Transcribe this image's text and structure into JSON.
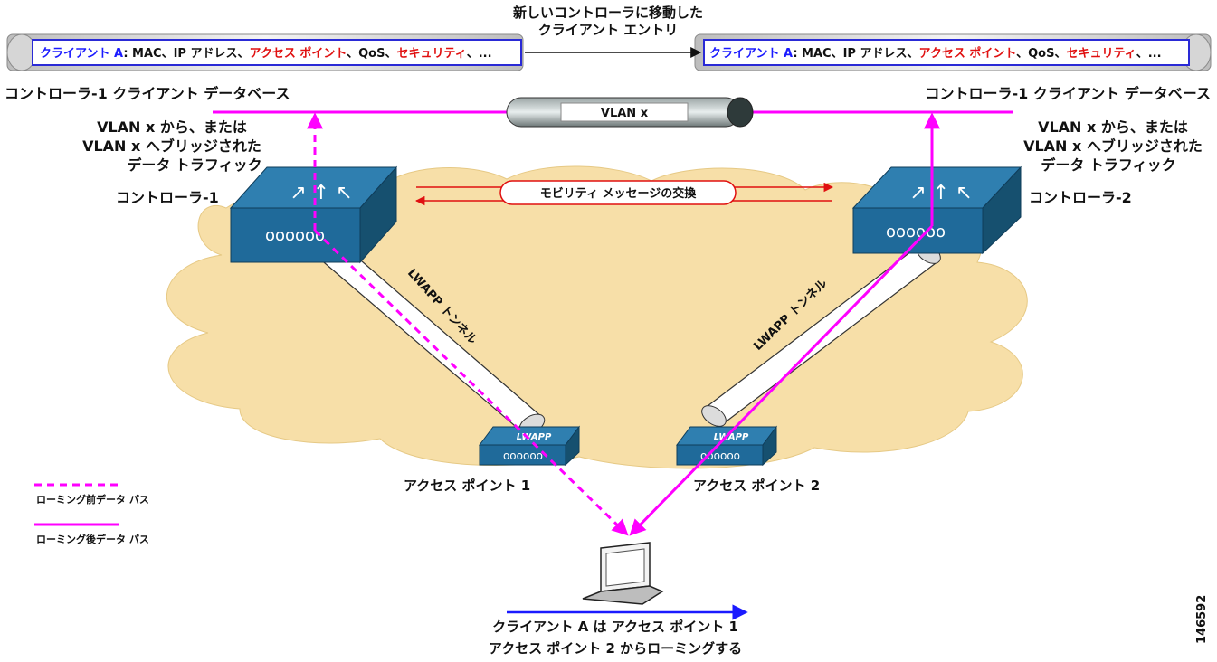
{
  "header": {
    "move_line1": "新しいコントローラに移動した",
    "move_line2": "クライアント エントリ"
  },
  "db_entry_left": {
    "client": "クライアント A",
    "sep1": ": MAC、IP アドレス、",
    "ap": "アクセス ポイント",
    "sep2": "、QoS、",
    "security": "セキュリティ",
    "tail": "、..."
  },
  "db_entry_right": {
    "client": "クライアント A",
    "sep1": ": MAC、IP アドレス、",
    "ap": "アクセス ポイント",
    "sep2": "、QoS、",
    "security": "セキュリティ",
    "tail": "、..."
  },
  "db_label_left": "コントローラ-1 クライアント データベース",
  "db_label_right": "コントローラ-1 クライアント データベース",
  "vlan_tunnel_label": "VLAN x",
  "traffic_left": [
    "VLAN x から、または",
    "VLAN x へブリッジされた",
    "データ トラフィック"
  ],
  "traffic_right": [
    "VLAN x から、または",
    "VLAN x へブリッジされた",
    "データ トラフィック"
  ],
  "controller1_label": "コントローラ-1",
  "controller2_label": "コントローラ-2",
  "mobility_label": "モビリティ メッセージの交換",
  "lwapp_tunnel_left": "LWAPP トンネル",
  "lwapp_tunnel_right": "LWAPP トンネル",
  "ap_badge": "LWAPP",
  "ap1_label": "アクセス ポイント 1",
  "ap2_label": "アクセス ポイント 2",
  "legend": {
    "before": "ローミング前データ パス",
    "after": "ローミング後データ パス"
  },
  "client_caption": [
    "クライアント A は アクセス ポイント 1",
    "アクセス ポイント 2 からローミングする"
  ],
  "figure_id": "146592",
  "colors": {
    "path": "#ff00ff",
    "cloud": "#f7dfa8",
    "switch_top": "#2f7fb0",
    "switch_front": "#1f6a9a",
    "switch_side": "#16506f",
    "arrow_red": "#e01010",
    "arrow_blue": "#1a1aff",
    "entry_border": "#2a2ad6"
  }
}
